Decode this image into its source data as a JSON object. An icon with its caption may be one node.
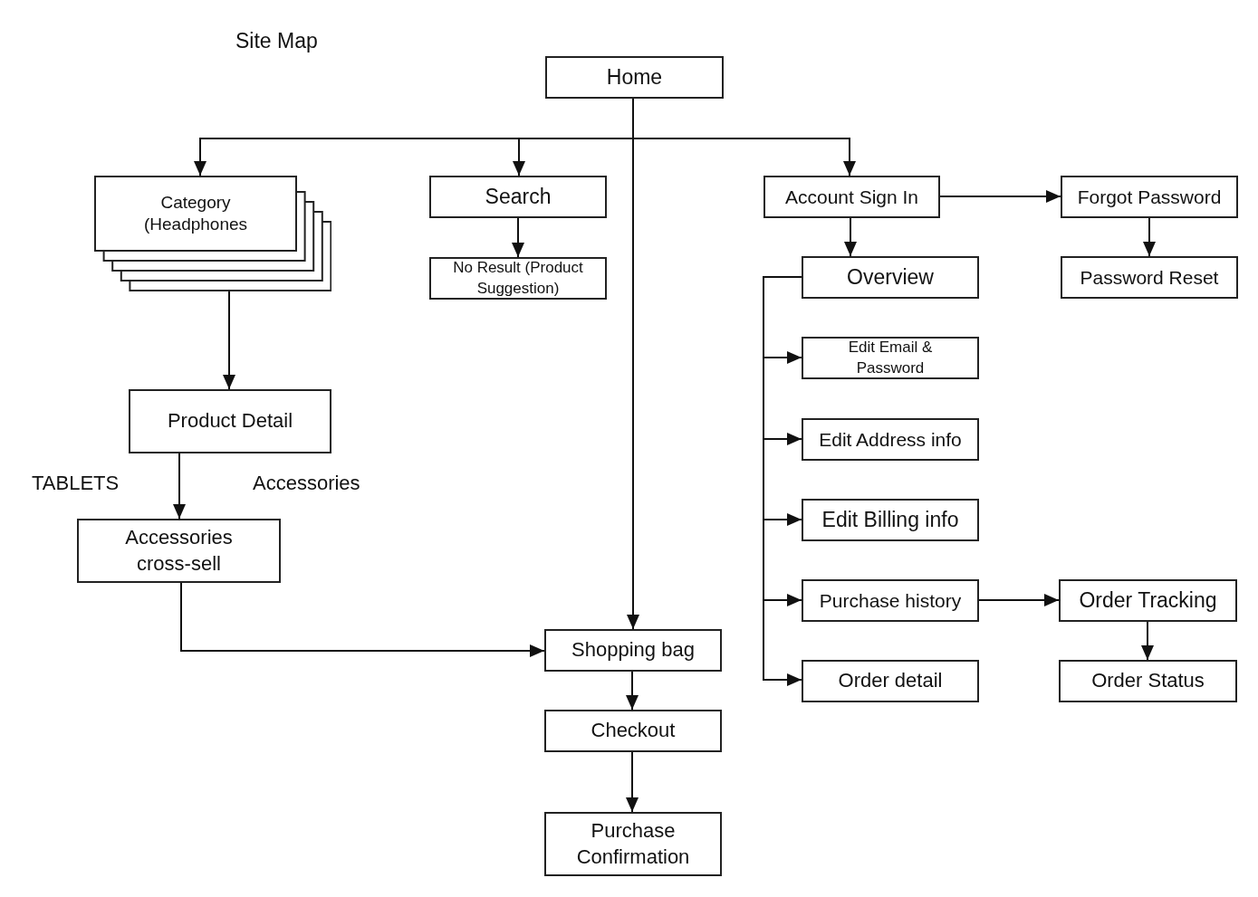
{
  "diagram": {
    "title": "Site Map",
    "nodes": [
      {
        "text": [
          "Home"
        ]
      },
      {
        "text": [
          "Category",
          "(Headphones"
        ]
      },
      {
        "text": [
          "Search"
        ]
      },
      {
        "text": [
          "Account Sign In"
        ]
      },
      {
        "text": [
          "Forgot Password"
        ]
      },
      {
        "text": [
          "No Result (Product Suggestion)"
        ]
      },
      {
        "text": [
          "Overview"
        ]
      },
      {
        "text": [
          "Password Reset"
        ]
      },
      {
        "text": [
          "Edit Email & Password"
        ]
      },
      {
        "text": [
          "Product Detail"
        ]
      },
      {
        "text": [
          "Edit Address info"
        ]
      },
      {
        "text": [
          "Accessories cross-sell"
        ]
      },
      {
        "text": [
          "Edit Billing info"
        ]
      },
      {
        "text": [
          "Purchase history"
        ]
      },
      {
        "text": [
          "Order Tracking"
        ]
      },
      {
        "text": [
          "Shopping bag"
        ]
      },
      {
        "text": [
          "Order detail"
        ]
      },
      {
        "text": [
          "Order Status"
        ]
      },
      {
        "text": [
          "Checkout"
        ]
      },
      {
        "text": [
          "Purchase Confirmation"
        ]
      }
    ],
    "edges": [
      {
        "from": 0,
        "to": 1,
        "arrow": "to"
      },
      {
        "from": 0,
        "to": 2,
        "arrow": "to"
      },
      {
        "from": 0,
        "to": 3,
        "arrow": "to"
      },
      {
        "from": 0,
        "to": 15,
        "arrow": "to"
      },
      {
        "from": 2,
        "to": 5,
        "arrow": "to"
      },
      {
        "from": 3,
        "to": 4,
        "arrow": "to"
      },
      {
        "from": 3,
        "to": 6,
        "arrow": "to"
      },
      {
        "from": 4,
        "to": 7,
        "arrow": "to"
      },
      {
        "from": 6,
        "to": 8,
        "arrow": "to"
      },
      {
        "from": 6,
        "to": 10,
        "arrow": "to"
      },
      {
        "from": 6,
        "to": 12,
        "arrow": "to"
      },
      {
        "from": 6,
        "to": 13,
        "arrow": "to"
      },
      {
        "from": 6,
        "to": 16,
        "arrow": "to"
      },
      {
        "from": 13,
        "to": 14,
        "arrow": "to"
      },
      {
        "from": 14,
        "to": 17,
        "arrow": "to"
      },
      {
        "from": 1,
        "to": 9,
        "arrow": "to"
      },
      {
        "from": 9,
        "to": 11,
        "arrow": "to"
      },
      {
        "from": 11,
        "to": 15,
        "arrow": "to"
      },
      {
        "from": 15,
        "to": 18,
        "arrow": "to"
      },
      {
        "from": 18,
        "to": 19,
        "arrow": "to"
      }
    ],
    "labels": [
      "TABLETS",
      "Accessories"
    ]
  }
}
